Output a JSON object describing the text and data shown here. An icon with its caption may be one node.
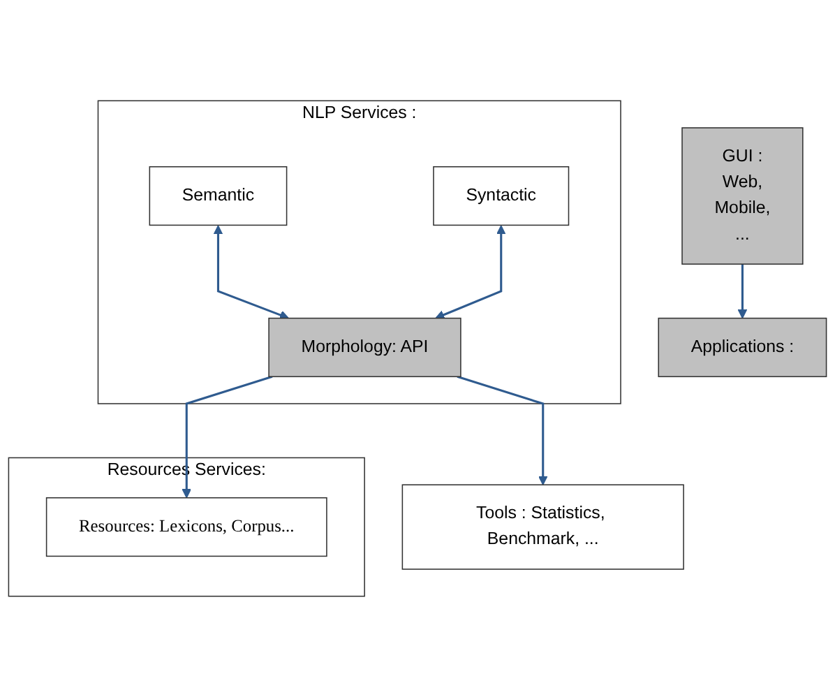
{
  "diagram": {
    "nodes": [
      {
        "text": [
          "GUI :",
          "Web,",
          "Mobile,",
          "..."
        ]
      },
      {
        "text": [
          "Applications :"
        ]
      },
      {
        "text": [
          "NLP Services :"
        ]
      },
      {
        "text": [
          "Semantic"
        ],
        "in": 2
      },
      {
        "text": [
          "Syntactic"
        ],
        "in": 2
      },
      {
        "text": [
          "Morphology: API"
        ],
        "in": 2
      },
      {
        "text": [
          "Resources Services:"
        ]
      },
      {
        "text": [
          "Resources: Lexicons, Corpus..."
        ],
        "in": 6
      },
      {
        "text": [
          "Tools : Statistics, Benchmark, ..."
        ]
      }
    ],
    "edges": [
      {
        "from": 0,
        "to": 1,
        "arrow": "to"
      },
      {
        "from": 5,
        "to": 3,
        "arrow": "both"
      },
      {
        "from": 5,
        "to": 4,
        "arrow": "both"
      },
      {
        "from": 5,
        "to": 7,
        "arrow": "to"
      },
      {
        "from": 5,
        "to": 8,
        "arrow": "to"
      }
    ]
  }
}
